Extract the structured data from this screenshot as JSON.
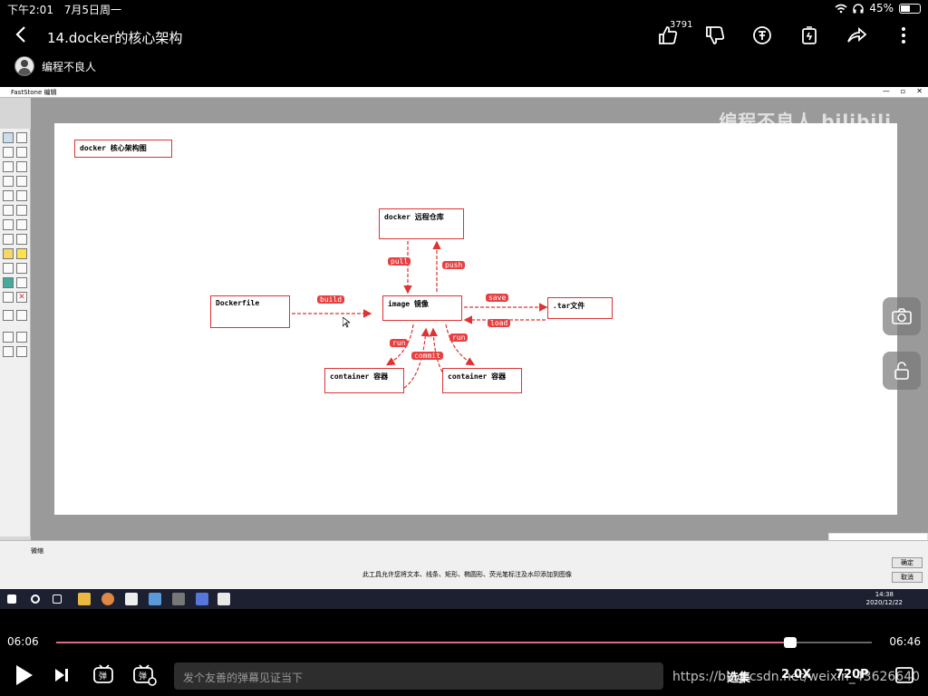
{
  "status": {
    "time": "下午2:01",
    "date": "7月5日周一",
    "battery": "45%"
  },
  "video": {
    "title": "14.docker的核心架构",
    "like_count": "3791",
    "uploader": "编程不良人"
  },
  "app": {
    "title": "FastStone 编辑",
    "bottom_tab": "微缩",
    "hint": "此工具允许您将文本、线条、矩形、椭圆形、荧光笔标注及水印添加到图像",
    "ok_label": "确定",
    "cancel_label": "取消",
    "taskbar_time": "14:38",
    "taskbar_date": "2020/12/22"
  },
  "diagram": {
    "title": "docker 核心架构图",
    "registry": "docker 远程仓库",
    "dockerfile": "Dockerfile",
    "image": "image 镜像",
    "tar": ".tar文件",
    "container_left": "container 容器",
    "container_right": "container 容器",
    "labels": {
      "pull": "pull",
      "push": "push",
      "build": "build",
      "save": "save",
      "load": "load",
      "run_left": "run",
      "run_right": "run",
      "commit": "commit"
    }
  },
  "watermark": "编程不良人 bilibili",
  "player": {
    "current_time": "06:06",
    "total_time": "06:46",
    "progress": 0.9,
    "danmaku_placeholder": "发个友善的弹幕见证当下",
    "episodes": "选集",
    "speed": "2.0X",
    "quality": "720P",
    "watermark_url": "https://blog.csdn.net/weixin_43626640"
  },
  "colors": {
    "accent": "#e06a85",
    "diagram_red": "#e84040"
  },
  "icons": [
    "back-icon",
    "like-icon",
    "dislike-icon",
    "coin-icon",
    "favorite-icon",
    "share-icon",
    "more-icon",
    "camera-icon",
    "lock-icon",
    "play-icon",
    "next-icon",
    "danmaku-toggle-icon",
    "danmaku-settings-icon"
  ]
}
